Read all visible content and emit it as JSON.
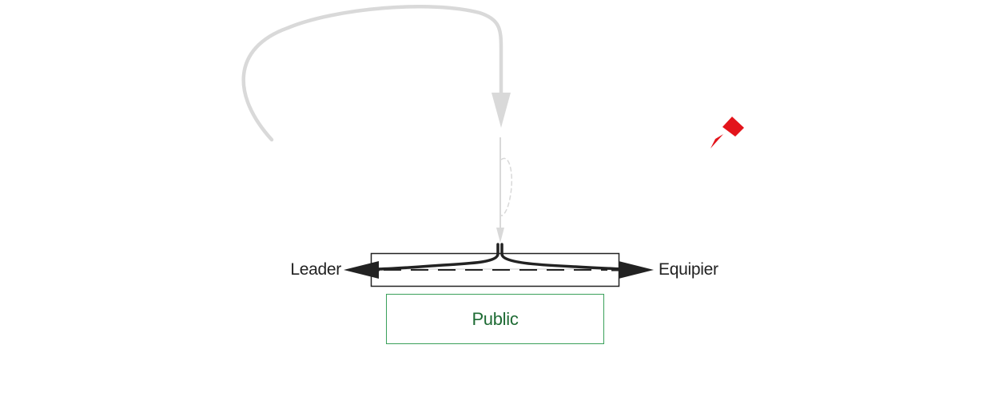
{
  "diagram": {
    "left_label": "Leader",
    "right_label": "Equipier",
    "box_label": "Public"
  },
  "colors": {
    "line_dark": "#222222",
    "line_faint": "#d9d9d9",
    "box_green_border": "#3aa05a",
    "box_green_text": "#1e6b34",
    "accent_red": "#e3141b"
  }
}
